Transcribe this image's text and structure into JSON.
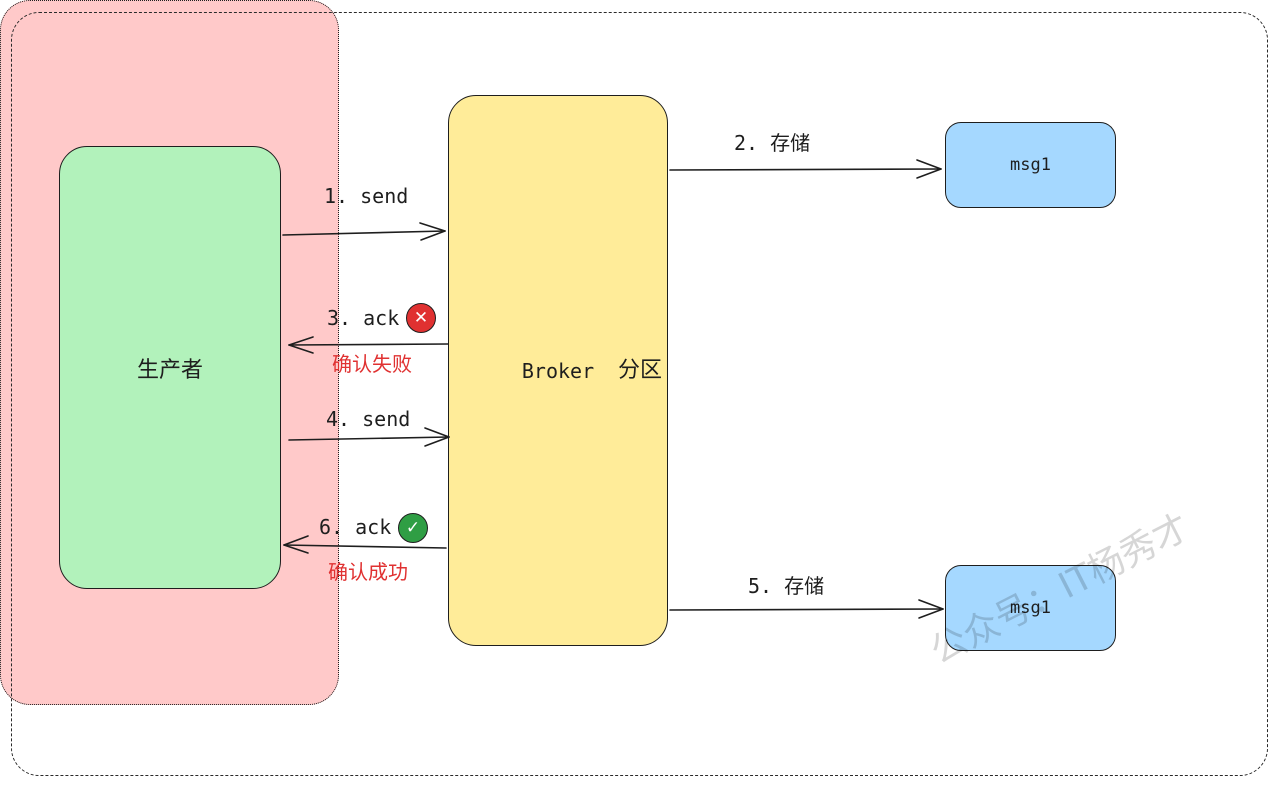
{
  "nodes": {
    "producer": "生产者",
    "broker": "Broker",
    "partition": "分区",
    "msg_top": "msg1",
    "msg_bottom": "msg1"
  },
  "edges": {
    "e1": "1. send",
    "e2": "2. 存储",
    "e3": "3. ack",
    "e3_note": "确认失败",
    "e4": "4. send",
    "e5": "5. 存储",
    "e6": "6. ack",
    "e6_note": "确认成功"
  },
  "badges": {
    "fail_icon": "cross-icon",
    "ok_icon": "check-icon",
    "fail_color": "#e03131",
    "ok_color": "#2f9e44"
  },
  "watermark": "公众号：IT杨秀才",
  "colors": {
    "producer": "#b2f2bb",
    "broker": "#ffec99",
    "partition": "#ffc9c9",
    "message": "#a5d8ff"
  }
}
